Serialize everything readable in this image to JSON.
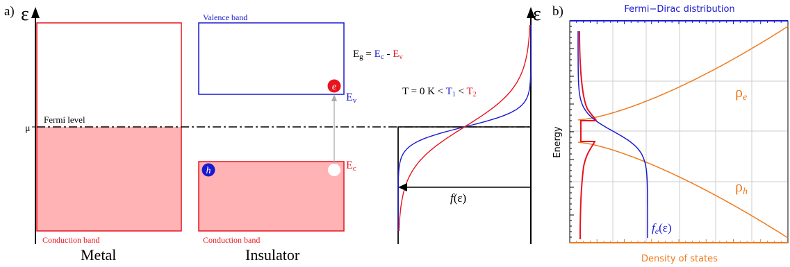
{
  "panel_a": {
    "label": "a)",
    "epsilon_axis_left": "ε",
    "epsilon_axis_right": "ε",
    "mu_label": "μ",
    "fermi_level_label": "Fermi level",
    "metal": {
      "label": "Metal",
      "band_label": "Conduction band"
    },
    "insulator": {
      "label": "Insulator",
      "valence_band_label": "Valence band",
      "conduction_band_label": "Conduction band",
      "electron_symbol": "e",
      "hole_symbol": "h",
      "ev_main": "E",
      "ev_sub": "v",
      "ec_main": "E",
      "ec_sub": "c"
    },
    "gap_equation": {
      "eg_main": "E",
      "eg_sub": "g",
      "equals": " = ",
      "ec_main": "E",
      "ec_sub": "c",
      "minus": " - ",
      "ev_main": "E",
      "ev_sub": "v"
    },
    "temperature": {
      "prefix": "T = 0 K < ",
      "t1_main": "T",
      "t1_sub": "1",
      "lt": " < ",
      "t2_main": "T",
      "t2_sub": "2"
    },
    "f_label": "f",
    "f_arg": "(ε)"
  },
  "panel_b": {
    "label": "b)",
    "title": "Fermi−Dirac distribution",
    "x_label": "Density of states",
    "y_label": "Energy",
    "rho_e_main": "ρ",
    "rho_e_sub": "e",
    "rho_h_main": "ρ",
    "rho_h_sub": "h",
    "fe_main": "f",
    "fe_sub": "e",
    "fe_arg": "(ε)"
  },
  "colors": {
    "red": "#e8141e",
    "blue": "#1a1ad0",
    "pink_fill": "#ffb3b5",
    "orange": "#f07a1e",
    "grid": "#cccccc",
    "arrow_gray": "#aaaaaa",
    "black": "#000000"
  }
}
